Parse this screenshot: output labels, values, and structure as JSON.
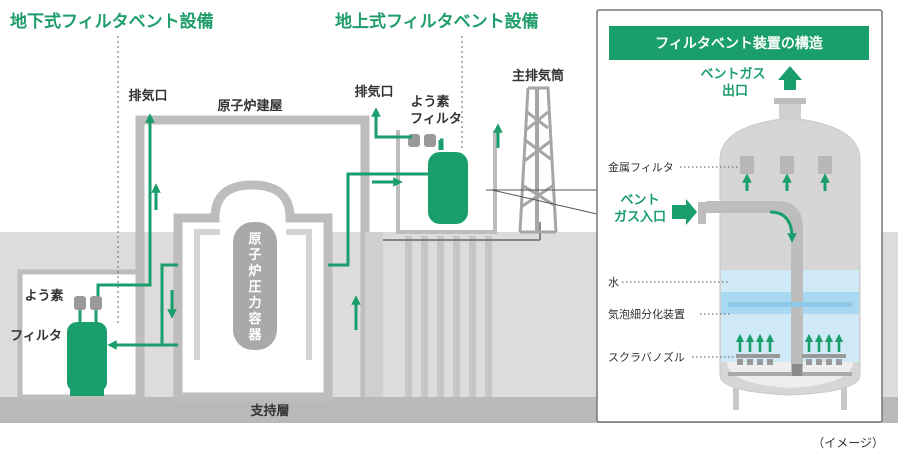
{
  "titles": {
    "underground": "地下式フィルタベント設備",
    "aboveground": "地上式フィルタベント設備"
  },
  "labels": {
    "exhaust_left": "排気口",
    "exhaust_right": "排気口",
    "reactor_building": "原子炉建屋",
    "main_stack": "主排気筒",
    "iodine_filter_right_1": "よう素",
    "iodine_filter_right_2": "フィルタ",
    "iodine_filter_left_v1": "よう素",
    "iodine_filter_left_v2": "フィルタ",
    "pressure_vessel": "原子炉圧力容器",
    "support_layer": "支持層",
    "image_note": "（イメージ）"
  },
  "panel": {
    "title": "フィルタベント装置の構造",
    "outlet_1": "ベントガス",
    "outlet_2": "出口",
    "inlet_1": "ベント",
    "inlet_2": "ガス入口",
    "metal_filter": "金属フィルタ",
    "water": "水",
    "bubble_device": "気泡細分化装置",
    "scrubber_nozzle": "スクラバノズル"
  },
  "colors": {
    "green": "#1a9e6b",
    "title_green": "#1f9d6a",
    "ground": "#dcdcdc",
    "bedrock": "#b9b9b9",
    "wall": "#bdbdbd",
    "water_light": "#cfe9f7",
    "water_mid": "#a9d9f2"
  }
}
